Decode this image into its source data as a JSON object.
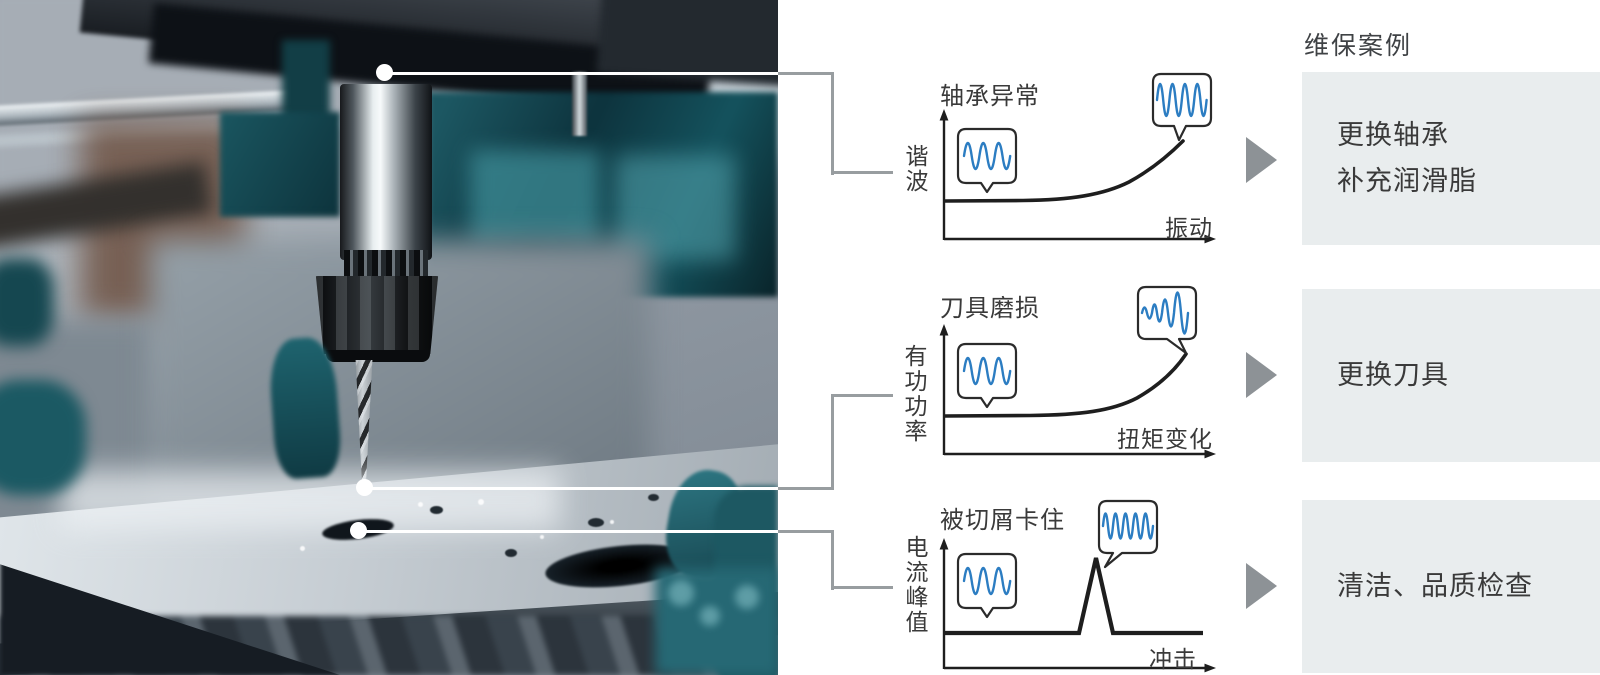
{
  "header": {
    "title": "维保案例"
  },
  "photo": {
    "alt": "CNC加工中心主轴与钻头特写照片",
    "sensor_points": [
      "主轴测点",
      "刀尖测点",
      "工件测点"
    ]
  },
  "charts": [
    {
      "title": "轴承异常",
      "y_axis": "谐波",
      "x_axis": "振动",
      "normal_wave_icon": "small-sine-wave",
      "abnormal_wave_icon": "large-sine-wave",
      "action_lines": [
        "更换轴承",
        "补充润滑脂"
      ]
    },
    {
      "title": "刀具磨损",
      "y_axis": "有功功率",
      "x_axis": "扭矩变化",
      "normal_wave_icon": "small-sine-wave",
      "abnormal_wave_icon": "growing-sine-wave",
      "action_lines": [
        "更换刀具"
      ]
    },
    {
      "title": "被切屑卡住",
      "y_axis": "电流峰值",
      "x_axis": "冲击",
      "normal_wave_icon": "small-sine-wave",
      "abnormal_wave_icon": "medium-sine-wave",
      "action_lines": [
        "清洁、品质检查"
      ]
    }
  ],
  "chart_data": [
    {
      "type": "line",
      "title": "轴承异常",
      "xlabel": "振动",
      "ylabel": "谐波",
      "x": [
        0,
        0.3,
        0.5,
        0.7,
        0.85,
        1
      ],
      "y": [
        0.29,
        0.3,
        0.34,
        0.48,
        0.63,
        0.78
      ],
      "shape": "flat-then-exponential-rise",
      "annotations": [
        "正常小幅正弦波气泡(左下)",
        "异常大幅正弦波气泡(曲线末端)"
      ]
    },
    {
      "type": "line",
      "title": "刀具磨损",
      "xlabel": "扭矩变化",
      "ylabel": "有功功率",
      "x": [
        0,
        0.3,
        0.5,
        0.7,
        0.85,
        1
      ],
      "y": [
        0.29,
        0.3,
        0.34,
        0.49,
        0.64,
        0.8
      ],
      "shape": "flat-then-exponential-rise",
      "annotations": [
        "正常小幅正弦波气泡(左下)",
        "振幅渐增波形气泡(曲线末端)"
      ]
    },
    {
      "type": "line",
      "title": "被切屑卡住",
      "xlabel": "冲击",
      "ylabel": "电流峰值",
      "x": [
        0,
        0.5,
        0.56,
        0.62,
        0.65,
        1
      ],
      "y": [
        0.26,
        0.26,
        0.82,
        0.26,
        0.26,
        0.26
      ],
      "shape": "flat-with-single-spike",
      "annotations": [
        "正常小幅正弦波气泡(左下)",
        "中幅波形气泡(尖峰处)"
      ]
    }
  ],
  "colors": {
    "wave_blue": "#2c7dc2",
    "diagram_ink": "#1e1e1e",
    "connector_gray": "#989da0",
    "case_box_bg": "#e9edee",
    "arrow_gray": "#8d9296",
    "text": "#3a3a3a",
    "machine_teal": "#14525d"
  }
}
